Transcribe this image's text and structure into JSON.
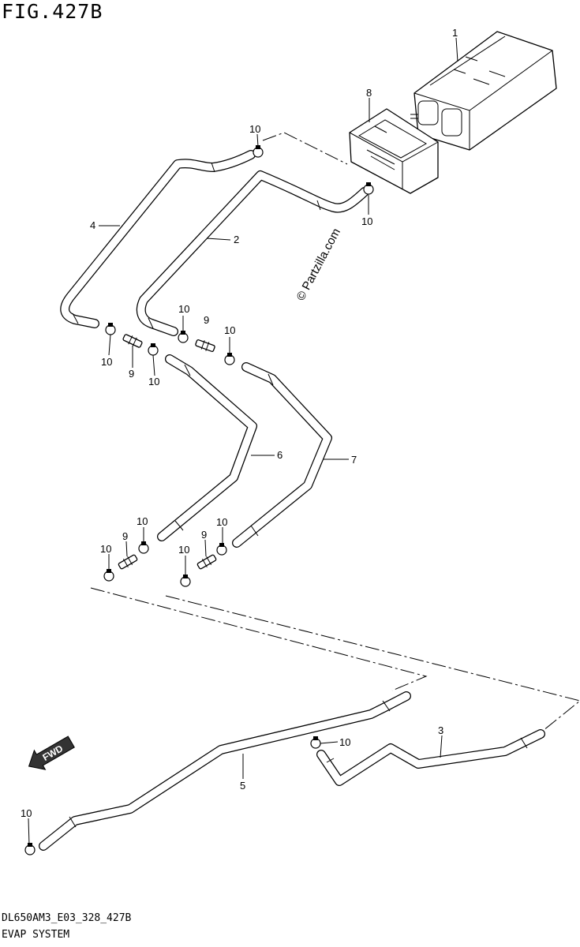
{
  "figure": {
    "title": "FIG.427B",
    "code": "DL650AM3_E03_328_427B",
    "section": "EVAP SYSTEM",
    "watermark": "© Partzilla.com",
    "direction_label": "FWD"
  },
  "callouts": [
    {
      "id": "c1",
      "number": "1"
    },
    {
      "id": "c8",
      "number": "8"
    },
    {
      "id": "c10a",
      "number": "10"
    },
    {
      "id": "c10b",
      "number": "10"
    },
    {
      "id": "c4",
      "number": "4"
    },
    {
      "id": "c2",
      "number": "2"
    },
    {
      "id": "c10c",
      "number": "10"
    },
    {
      "id": "c9a",
      "number": "9"
    },
    {
      "id": "c10d",
      "number": "10"
    },
    {
      "id": "c10e",
      "number": "10"
    },
    {
      "id": "c9b",
      "number": "9"
    },
    {
      "id": "c10f",
      "number": "10"
    },
    {
      "id": "c6",
      "number": "6"
    },
    {
      "id": "c7",
      "number": "7"
    },
    {
      "id": "c10g",
      "number": "10"
    },
    {
      "id": "c9c",
      "number": "9"
    },
    {
      "id": "c10h",
      "number": "10"
    },
    {
      "id": "c10i",
      "number": "10"
    },
    {
      "id": "c9d",
      "number": "9"
    },
    {
      "id": "c10j",
      "number": "10"
    },
    {
      "id": "c3",
      "number": "3"
    },
    {
      "id": "c10k",
      "number": "10"
    },
    {
      "id": "c5",
      "number": "5"
    },
    {
      "id": "c10l",
      "number": "10"
    }
  ]
}
